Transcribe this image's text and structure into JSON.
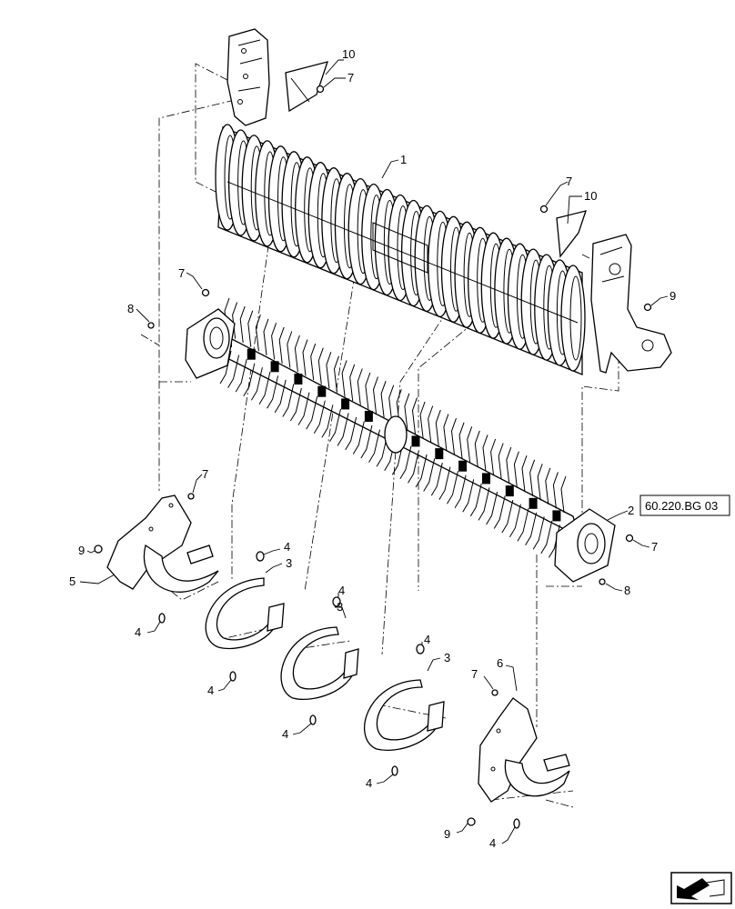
{
  "diagram": {
    "reference_box": "60.220.BG 03",
    "callouts": {
      "c1": "1",
      "c2": "2",
      "c3a": "3",
      "c3b": "3",
      "c3c": "3",
      "c4a": "4",
      "c4b": "4",
      "c4c": "4",
      "c4d": "4",
      "c4e": "4",
      "c4f": "4",
      "c4g": "4",
      "c4h": "4",
      "c5": "5",
      "c6": "6",
      "c7a": "7",
      "c7b": "7",
      "c7c": "7",
      "c7d": "7",
      "c7e": "7",
      "c7f": "7",
      "c8a": "8",
      "c8b": "8",
      "c9a": "9",
      "c9b": "9",
      "c9c": "9",
      "c10a": "10",
      "c10b": "10"
    }
  },
  "colors": {
    "line": "#000000",
    "background": "#ffffff"
  },
  "icons": {
    "corner": "exploded-view-arrow-icon"
  }
}
